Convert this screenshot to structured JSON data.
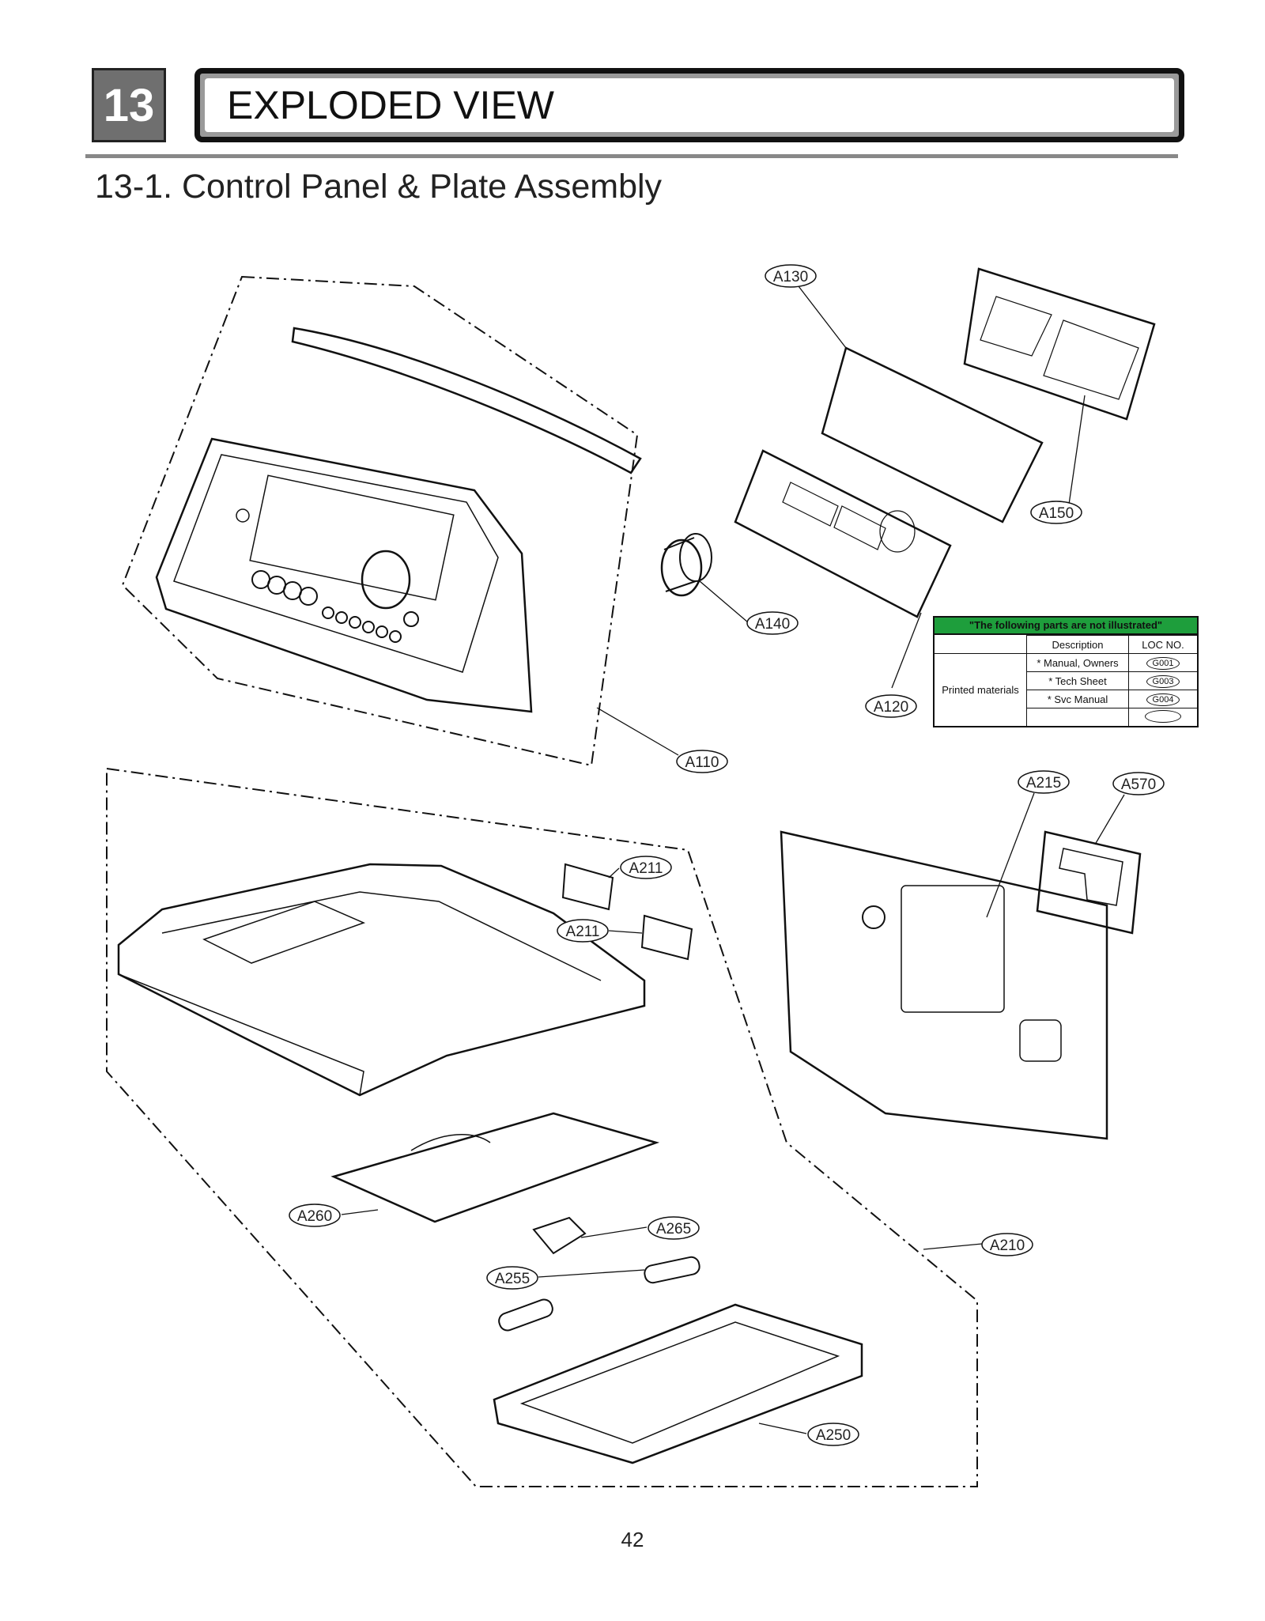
{
  "header": {
    "section_number": "13",
    "section_title": "EXPLODED VIEW",
    "subtitle": "13-1. Control Panel & Plate Assembly"
  },
  "callouts": [
    "A130",
    "A150",
    "A140",
    "A120",
    "A110",
    "A215",
    "A570",
    "A211",
    "A211",
    "A260",
    "A265",
    "A255",
    "A210",
    "A250"
  ],
  "not_illustrated": {
    "heading": "\"The following parts are not illustrated\"",
    "col_description": "Description",
    "col_loc": "LOC NO.",
    "group_label": "Printed materials",
    "rows": [
      {
        "description": "* Manual, Owners",
        "loc": "G001"
      },
      {
        "description": "* Tech Sheet",
        "loc": "G003"
      },
      {
        "description": "* Svc Manual",
        "loc": "G004"
      },
      {
        "description": "",
        "loc": ""
      }
    ]
  },
  "footer": {
    "page_number": "42"
  }
}
